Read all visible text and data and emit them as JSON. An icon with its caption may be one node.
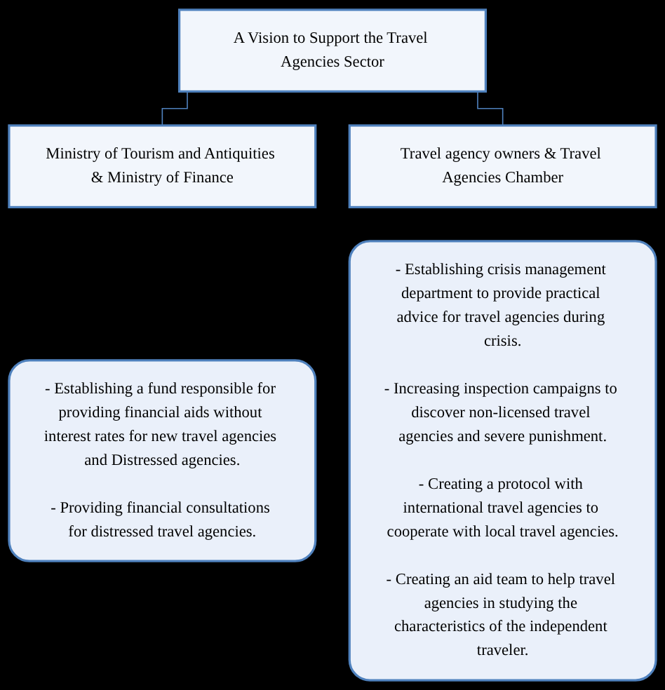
{
  "diagram": {
    "nodes": [
      {
        "text": [
          "A Vision to Support the Travel Agencies Sector"
        ]
      },
      {
        "text": [
          "Ministry of Tourism and Antiquities & Ministry of Finance"
        ]
      },
      {
        "text": [
          "Travel agency owners & Travel Agencies Chamber"
        ]
      },
      {
        "text": [
          "- Establishing a fund responsible for providing financial aids without interest rates for new travel agencies and Distressed agencies.",
          "- Providing financial consultations for distressed travel agencies."
        ]
      },
      {
        "text": [
          "- Establishing crisis management department to provide practical advice for travel agencies during crisis.",
          "- Increasing inspection campaigns to discover non-licensed travel agencies and severe punishment.",
          "- Creating a protocol with international travel agencies to cooperate with local travel agencies.",
          "- Creating an aid team to help travel agencies in studying the characteristics of the independent traveler."
        ]
      }
    ],
    "edges": [
      {
        "from": 0,
        "to": 1,
        "arrow": "none"
      },
      {
        "from": 0,
        "to": 2,
        "arrow": "none"
      }
    ]
  }
}
